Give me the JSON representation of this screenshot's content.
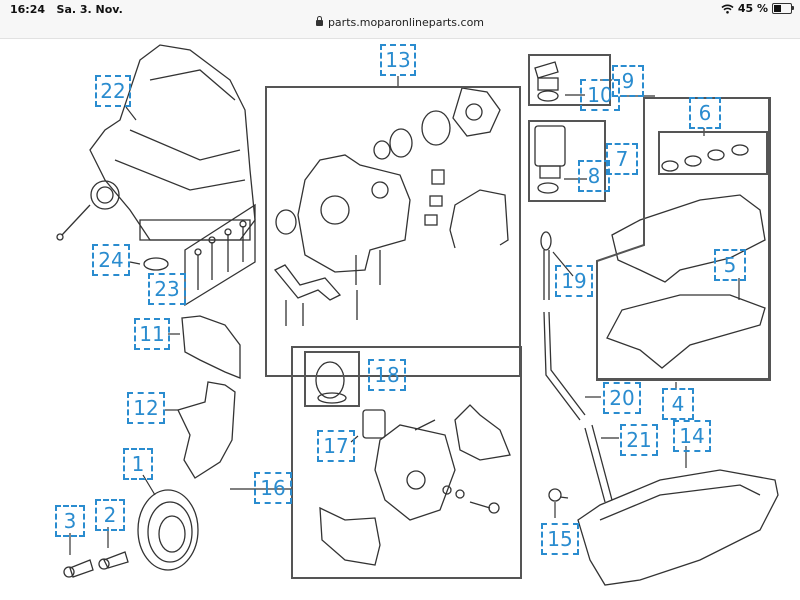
{
  "status_bar": {
    "time": "16:24",
    "date": "Sa. 3. Nov.",
    "wifi_icon": "wifi-icon",
    "battery_percent_text": "45 %",
    "battery_level": 0.45
  },
  "browser": {
    "url": "parts.moparonlineparts.com",
    "lock_icon": "lock-icon"
  },
  "diagram": {
    "title": "Engine parts exploded view",
    "accent_color": "#2a8ccf",
    "callouts": [
      {
        "id": "1",
        "label": "1"
      },
      {
        "id": "2",
        "label": "2"
      },
      {
        "id": "3",
        "label": "3"
      },
      {
        "id": "4",
        "label": "4"
      },
      {
        "id": "5",
        "label": "5"
      },
      {
        "id": "6",
        "label": "6"
      },
      {
        "id": "7",
        "label": "7"
      },
      {
        "id": "8",
        "label": "8"
      },
      {
        "id": "9",
        "label": "9"
      },
      {
        "id": "10",
        "label": "10"
      },
      {
        "id": "11",
        "label": "11"
      },
      {
        "id": "12",
        "label": "12"
      },
      {
        "id": "13",
        "label": "13"
      },
      {
        "id": "14",
        "label": "14"
      },
      {
        "id": "15",
        "label": "15"
      },
      {
        "id": "16",
        "label": "16"
      },
      {
        "id": "17",
        "label": "17"
      },
      {
        "id": "18",
        "label": "18"
      },
      {
        "id": "19",
        "label": "19"
      },
      {
        "id": "20",
        "label": "20"
      },
      {
        "id": "21",
        "label": "21"
      },
      {
        "id": "22",
        "label": "22"
      },
      {
        "id": "23",
        "label": "23"
      },
      {
        "id": "24",
        "label": "24"
      }
    ]
  }
}
